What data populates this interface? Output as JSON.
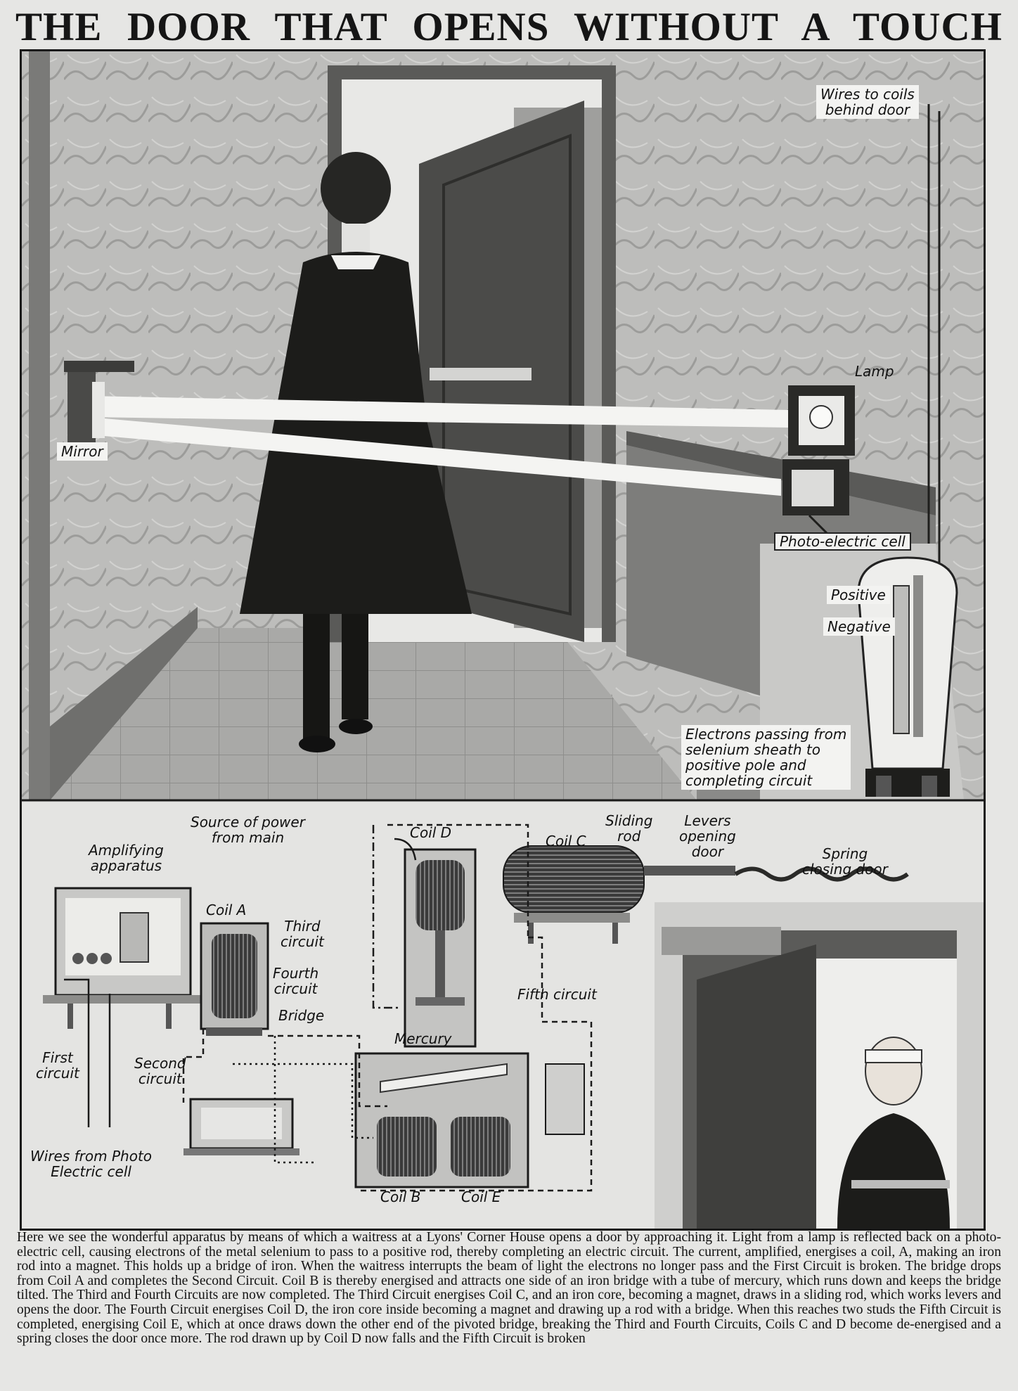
{
  "title": "THE DOOR THAT OPENS WITHOUT A TOUCH",
  "labels": {
    "wires_to_coils": "Wires to coils\nbehind door",
    "lamp": "Lamp",
    "mirror": "Mirror",
    "photo_cell": "Photo-electric cell",
    "positive": "Positive",
    "negative": "Negative",
    "electrons": "Electrons passing from\nselenium sheath to\npositive pole and\ncompleting circuit",
    "source_of_power": "Source of power\nfrom main",
    "coil_d": "Coil D",
    "coil_c": "Coil C",
    "sliding_rod": "Sliding\nrod",
    "levers": "Levers\nopening\ndoor",
    "spring": "Spring\nclosing door",
    "amplifying": "Amplifying\napparatus",
    "coil_a": "Coil A",
    "third_circuit": "Third\ncircuit",
    "fourth_circuit": "Fourth\ncircuit",
    "bridge": "Bridge",
    "fifth_circuit": "Fifth circuit",
    "mercury": "Mercury",
    "first_circuit": "First\ncircuit",
    "second_circuit": "Second\ncircuit",
    "wires_from_photo": "Wires from Photo\nElectric cell",
    "coil_b": "Coil B",
    "coil_e": "Coil E"
  },
  "caption": "Here we see the wonderful apparatus by means of which a waitress at a Lyons' Corner House opens a door by approaching it. Light from a lamp is reflected back on a photo-electric cell, causing electrons of the metal selenium to pass to a positive rod, thereby completing an electric circuit. The current, amplified, energises a coil, A, making an iron rod into a magnet. This holds up a bridge of iron. When the waitress interrupts the beam of light the electrons no longer pass and the First Circuit is broken. The bridge drops from Coil A and completes the Second Circuit. Coil B is thereby energised and attracts one side of an iron bridge with a tube of mercury, which runs down and keeps the bridge tilted. The Third and Fourth Circuits are now completed. The Third Circuit energises Coil C, and an iron core, becoming a magnet, draws in a sliding rod, which works levers and opens the door. The Fourth Circuit energises Coil D, the iron core inside becoming a magnet and drawing up a rod with a bridge. When this reaches two studs the Fifth Circuit is completed, energising Coil E, which at once draws down the other end of the pivoted bridge, breaking the Third and Fourth Circuits, Coils C and D become de-energised and a spring closes the door once more. The rod drawn up by Coil D now falls and the Fifth Circuit is broken"
}
